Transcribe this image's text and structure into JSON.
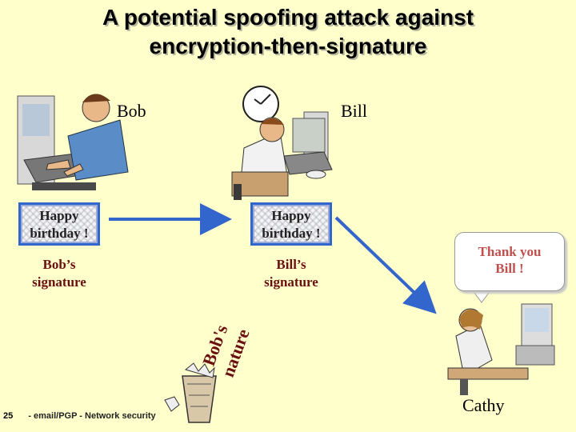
{
  "title": {
    "line1": "A potential spoofing attack against",
    "line2": "encryption-then-signature"
  },
  "people": {
    "bob": "Bob",
    "bill": "Bill",
    "cathy": "Cathy"
  },
  "messages": {
    "bob_box": {
      "line1": "Happy",
      "line2": "birthday !"
    },
    "bill_box": {
      "line1": "Happy",
      "line2": "birthday !"
    },
    "bob_sig": {
      "line1": "Bob’s",
      "line2": "signature"
    },
    "bill_sig": {
      "line1": "Bill’s",
      "line2": "signature"
    }
  },
  "discarded_sig": {
    "part1": "Bob's",
    "part2": "nature"
  },
  "bubble": {
    "line1": "Thank you",
    "line2": "Bill !"
  },
  "footer": {
    "page": "25",
    "text": "- email/PGP - Network security"
  },
  "colors": {
    "background": "#FFFFCC",
    "box_border": "#3366CC",
    "arrow": "#3366CC",
    "signature": "#6A1010",
    "bubble_text": "#C0504D"
  },
  "icons": [
    "bob-at-computer-icon",
    "bill-at-computer-icon",
    "clock-icon",
    "cathy-at-computer-icon",
    "wastebasket-icon"
  ]
}
